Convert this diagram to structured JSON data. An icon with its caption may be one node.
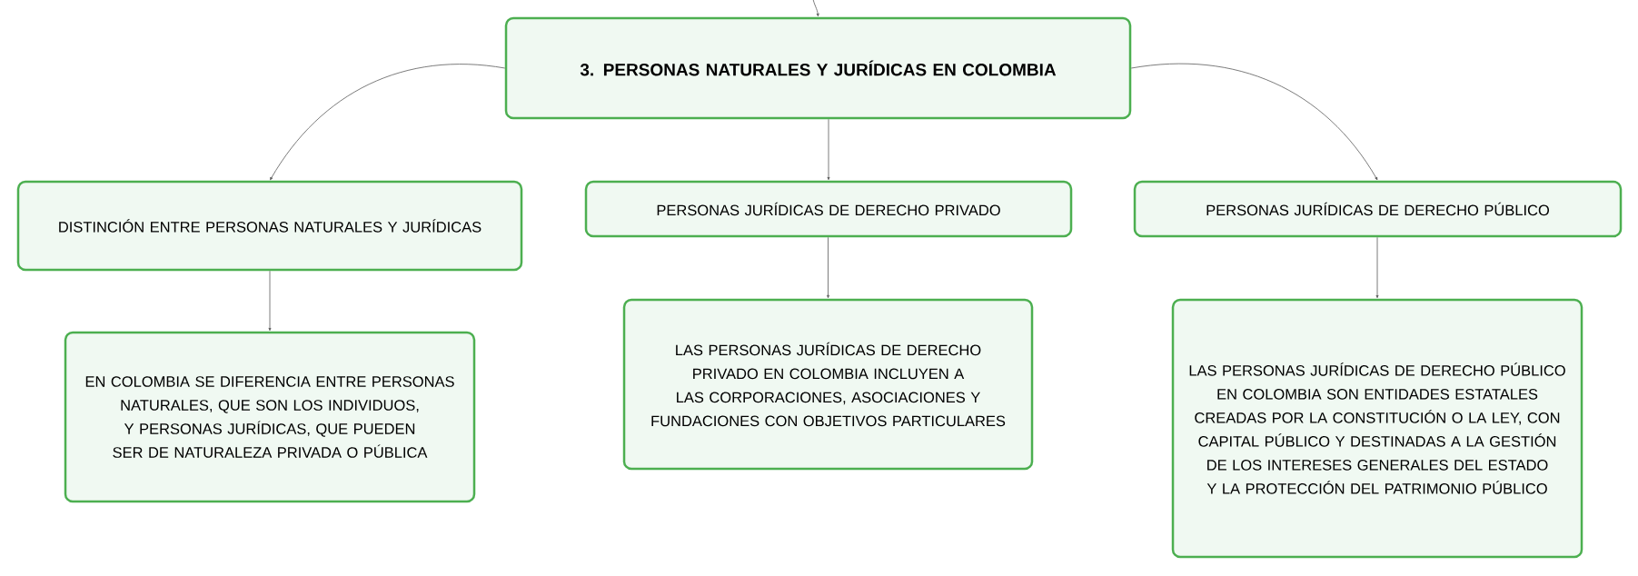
{
  "diagram": {
    "nodes": [
      {
        "text": [
          "3. PERSONAS NATURALES Y JURÍDICAS EN COLOMBIA"
        ]
      },
      {
        "text": [
          "DISTINCIÓN ENTRE PERSONAS NATURALES Y JURÍDICAS"
        ]
      },
      {
        "text": [
          "PERSONAS JURÍDICAS DE DERECHO PRIVADO"
        ]
      },
      {
        "text": [
          "PERSONAS JURÍDICAS DE DERECHO PÚBLICO"
        ]
      },
      {
        "text": [
          "EN COLOMBIA SE DIFERENCIA ENTRE PERSONAS NATURALES, QUE SON LOS INDIVIDUOS, Y PERSONAS JURÍDICAS, QUE PUEDEN SER DE NATURALEZA PRIVADA O PÚBLICA"
        ]
      },
      {
        "text": [
          "LAS PERSONAS JURÍDICAS DE DERECHO PRIVADO EN COLOMBIA INCLUYEN A LAS CORPORACIONES, ASOCIACIONES Y FUNDACIONES CON OBJETIVOS PARTICULARES"
        ]
      },
      {
        "text": [
          "LAS PERSONAS JURÍDICAS DE DERECHO PÚBLICO EN COLOMBIA SON ENTIDADES ESTATALES CREADAS POR LA CONSTITUCIÓN O LA LEY, CON CAPITAL PÚBLICO Y DESTINADAS A LA GESTIÓN DE LOS INTERESES GENERALES DEL ESTADO Y LA PROTECCIÓN DEL PATRIMONIO PÚBLICO"
        ]
      }
    ],
    "edges": [
      {
        "from": null,
        "to": 0,
        "arrow": "to"
      },
      {
        "from": 0,
        "to": 1,
        "arrow": "to"
      },
      {
        "from": 0,
        "to": 2,
        "arrow": "to"
      },
      {
        "from": 0,
        "to": 3,
        "arrow": "to"
      },
      {
        "from": 1,
        "to": 4,
        "arrow": "to"
      },
      {
        "from": 2,
        "to": 5,
        "arrow": "to"
      },
      {
        "from": 3,
        "to": 6,
        "arrow": "to"
      }
    ]
  }
}
